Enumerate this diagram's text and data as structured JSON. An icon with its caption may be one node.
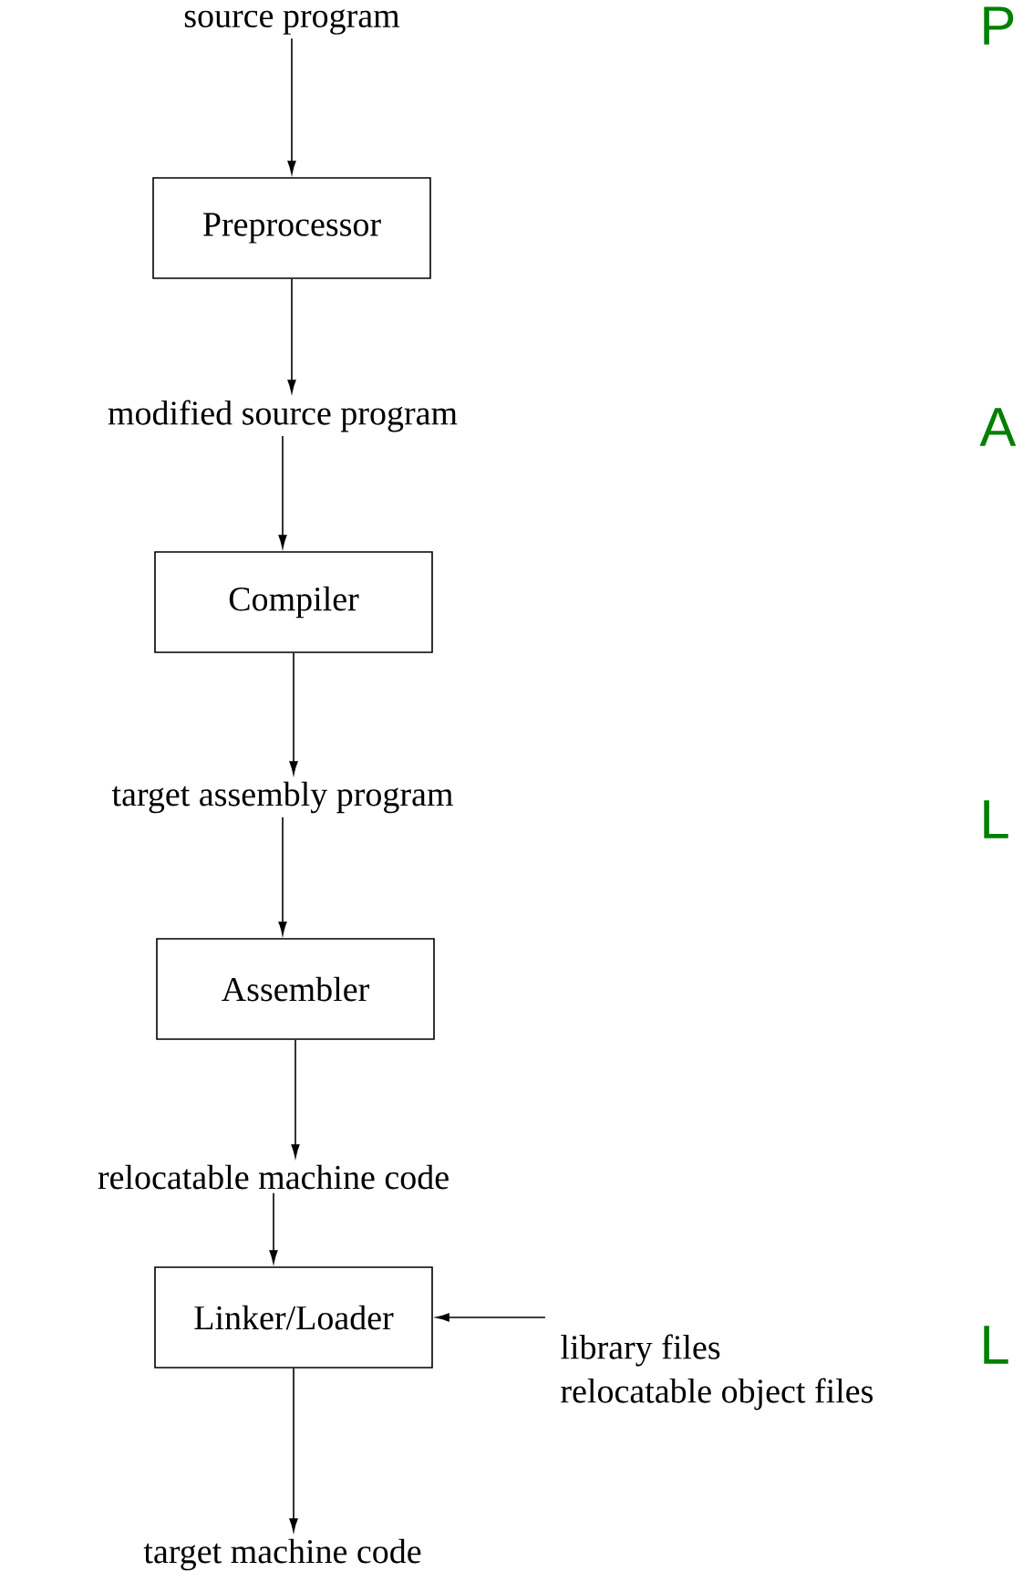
{
  "diagram": {
    "nodes": [
      {
        "text": [
          "source program"
        ]
      },
      {
        "text": [
          "Preprocessor"
        ]
      },
      {
        "text": [
          "modified source program"
        ]
      },
      {
        "text": [
          "Compiler"
        ]
      },
      {
        "text": [
          "target assembly program"
        ]
      },
      {
        "text": [
          "Assembler"
        ]
      },
      {
        "text": [
          "relocatable machine code"
        ]
      },
      {
        "text": [
          "Linker/Loader"
        ]
      },
      {
        "text": [
          "library files",
          "relocatable object files"
        ]
      },
      {
        "text": [
          "target machine code"
        ]
      }
    ],
    "edges": [
      {
        "from": 0,
        "to": 1,
        "arrow": "to"
      },
      {
        "from": 1,
        "to": 2,
        "arrow": "to"
      },
      {
        "from": 2,
        "to": 3,
        "arrow": "to"
      },
      {
        "from": 3,
        "to": 4,
        "arrow": "to"
      },
      {
        "from": 4,
        "to": 5,
        "arrow": "to"
      },
      {
        "from": 5,
        "to": 6,
        "arrow": "to"
      },
      {
        "from": 6,
        "to": 7,
        "arrow": "to"
      },
      {
        "from": 8,
        "to": 7,
        "arrow": "to"
      },
      {
        "from": 7,
        "to": 9,
        "arrow": "to"
      }
    ],
    "labels": [
      "P",
      "A",
      "L",
      "L"
    ]
  }
}
